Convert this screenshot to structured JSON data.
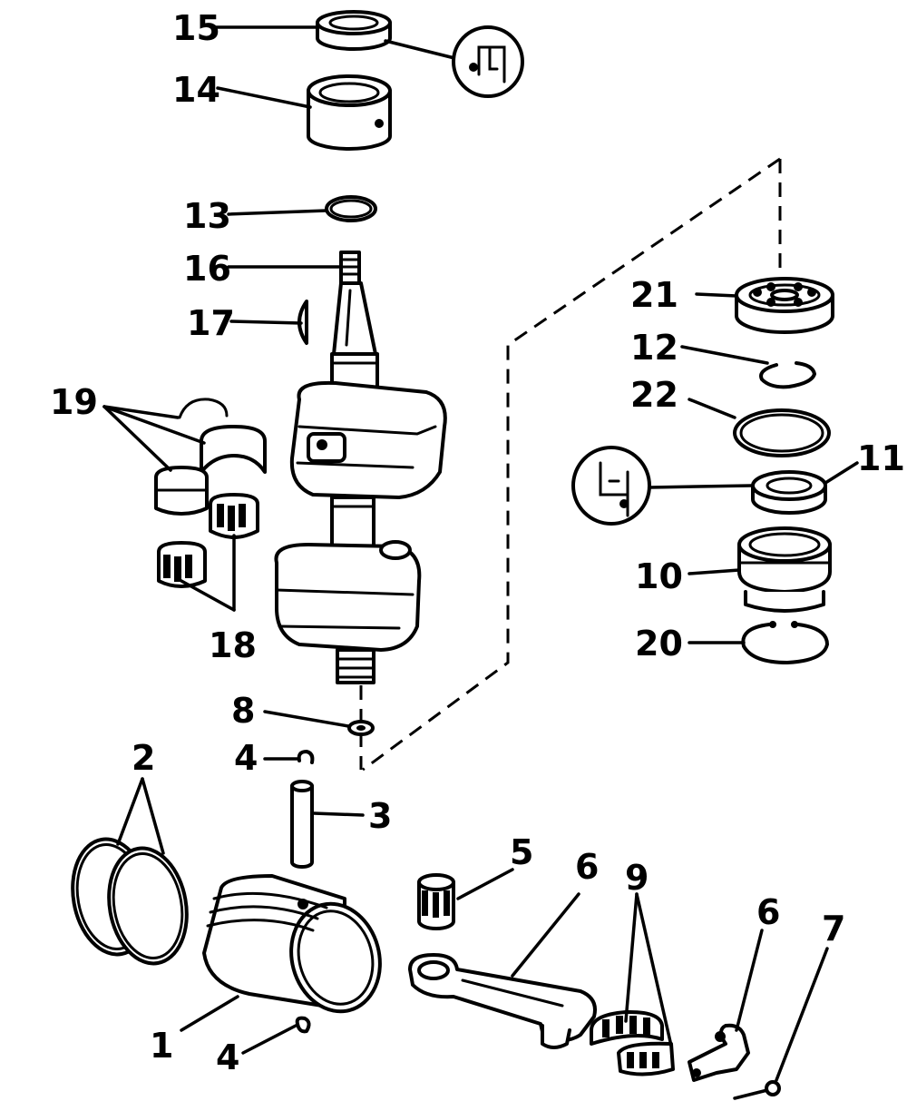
{
  "diagram": {
    "labels": {
      "p1": "1",
      "p2": "2",
      "p3": "3",
      "p4a": "4",
      "p4b": "4",
      "p5": "5",
      "p6a": "6",
      "p6b": "6",
      "p7": "7",
      "p8": "8",
      "p9": "9",
      "p10": "10",
      "p11": "11",
      "p12": "12",
      "p13": "13",
      "p14": "14",
      "p15": "15",
      "p16": "16",
      "p17": "17",
      "p18": "18",
      "p19": "19",
      "p20": "20",
      "p21": "21",
      "p22": "22"
    },
    "icons": [
      "seal-lip-up-icon",
      "seal-lip-down-icon"
    ],
    "colors": {
      "ink": "#000000",
      "paper": "#ffffff"
    }
  }
}
